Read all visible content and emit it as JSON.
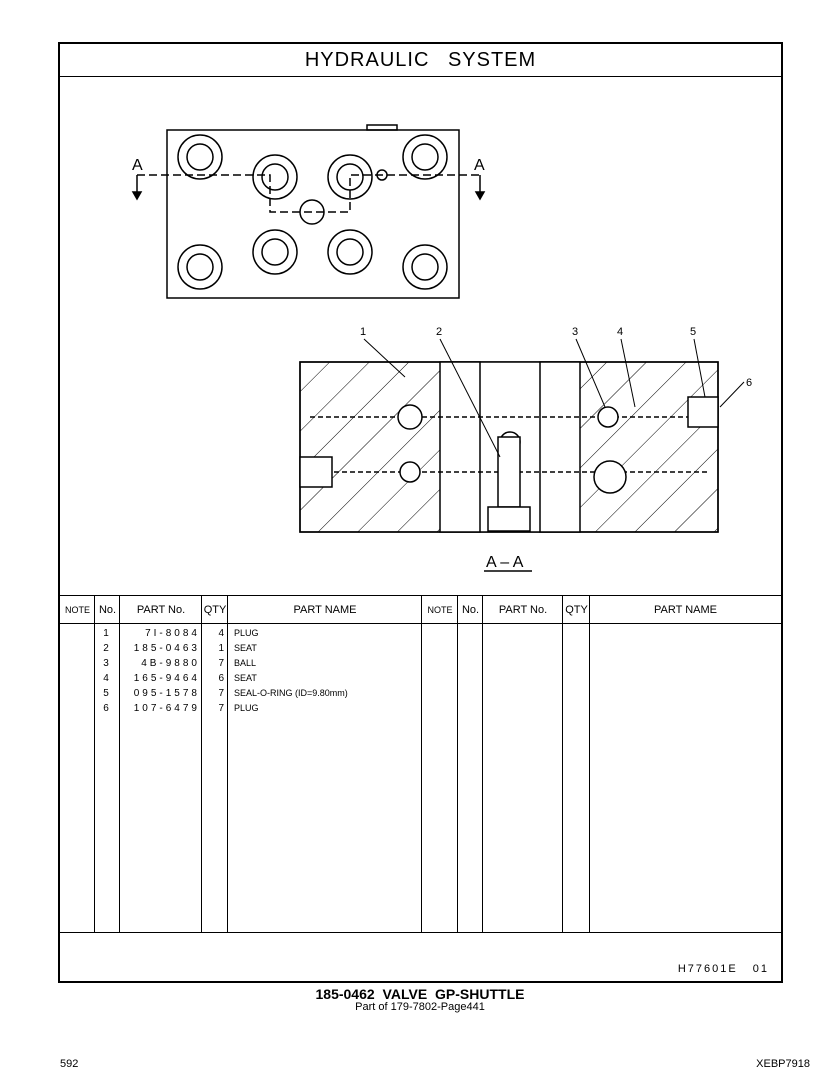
{
  "title": "HYDRAULIC SYSTEM",
  "drawing": {
    "section_marker": "A",
    "section_label": "A – A",
    "callouts": [
      "1",
      "2",
      "3",
      "4",
      "5",
      "6"
    ]
  },
  "table": {
    "headers": [
      "NOTE",
      "No.",
      "PART No.",
      "QTY",
      "PART NAME",
      "NOTE",
      "No.",
      "PART No.",
      "QTY",
      "PART NAME"
    ],
    "rows": [
      {
        "no": "1",
        "part_no": "7I-8084",
        "qty": "4",
        "name": "PLUG"
      },
      {
        "no": "2",
        "part_no": "185-0463",
        "qty": "1",
        "name": "SEAT"
      },
      {
        "no": "3",
        "part_no": "4B-9880",
        "qty": "7",
        "name": "BALL"
      },
      {
        "no": "4",
        "part_no": "165-9464",
        "qty": "6",
        "name": "SEAT"
      },
      {
        "no": "5",
        "part_no": "095-1578",
        "qty": "7",
        "name": "SEAL-O-RING (ID=9.80mm)"
      },
      {
        "no": "6",
        "part_no": "107-6479",
        "qty": "7",
        "name": "PLUG"
      }
    ]
  },
  "footer_ref": "H77601E 01",
  "caption": "185-0462 VALVE GP-SHUTTLE",
  "caption_sub": "Part of 179-7802-Page441",
  "page_number": "592",
  "doc_id": "XEBP7918"
}
